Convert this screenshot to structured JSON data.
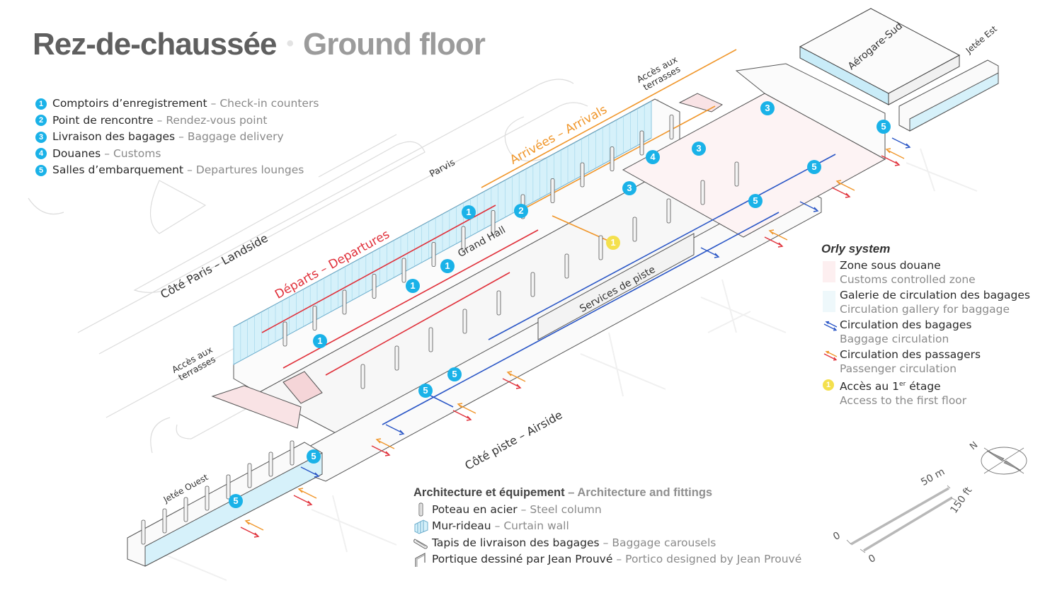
{
  "title": {
    "french": "Rez-de-chaussée",
    "separator": "•",
    "english": "Ground floor"
  },
  "key": [
    {
      "number": "1",
      "french": "Comptoirs d’enregistrement",
      "english": "Check-in counters"
    },
    {
      "number": "2",
      "french": "Point de rencontre",
      "english": "Rendez-vous point"
    },
    {
      "number": "3",
      "french": "Livraison des bagages",
      "english": "Baggage delivery"
    },
    {
      "number": "4",
      "french": "Douanes",
      "english": "Customs"
    },
    {
      "number": "5",
      "french": "Salles d’embarquement",
      "english": "Departures lounges"
    }
  ],
  "dash": "–",
  "system_legend": {
    "heading": "Orly system",
    "items": [
      {
        "id": "customs-zone",
        "line1": "Zone sous douane",
        "line2": "Customs controlled zone",
        "color": "#fdeff0"
      },
      {
        "id": "baggage-gallery",
        "line1": "Galerie de circulation des bagages",
        "line2": "Circulation gallery for baggage",
        "color": "#eef8fb"
      },
      {
        "id": "baggage-circulation",
        "line1": "Circulation des bagages",
        "line2": "Baggage circulation",
        "color": "#2a56c6"
      },
      {
        "id": "passenger-circulation",
        "line1": "Circulation des passagers",
        "line2": "Passenger circulation",
        "colors": [
          "#e0303a",
          "#f0962a"
        ]
      },
      {
        "id": "first-floor-access",
        "marker": "1",
        "line1_before_sup": "Accès au 1",
        "line1_sup": "er",
        "line1_after_sup": " étage",
        "line2": "Access to the first floor",
        "color": "#f4e04d"
      }
    ]
  },
  "architecture_legend": {
    "heading_french": "Architecture et équipement",
    "heading_english": "Architecture and fittings",
    "items": [
      {
        "icon": "steel-column",
        "french": "Poteau en acier",
        "english": "Steel column"
      },
      {
        "icon": "curtain-wall",
        "french": "Mur-rideau",
        "english": "Curtain wall"
      },
      {
        "icon": "baggage-carousel",
        "french": "Tapis de livraison des bagages",
        "english": "Baggage carousels"
      },
      {
        "icon": "portico",
        "french": "Portique dessiné par Jean Prouvé",
        "english": "Portico designed by Jean Prouvé"
      }
    ]
  },
  "map_labels": {
    "landside": "Côté Paris – Landside",
    "airside": "Côté piste – Airside",
    "departures": "Départs – Departures",
    "arrivals": "Arrivées – Arrivals",
    "parvis": "Parvis",
    "grand_hall": "Grand Hall",
    "services_piste": "Services de piste",
    "terraces_access_west": "Accès aux terrasses",
    "terraces_access_east": "Accès aux terrasses",
    "aerogare_sud": "Aérogare-Sud",
    "jetee_est": "Jetée Est",
    "jetee_ouest": "Jetée Ouest"
  },
  "map_markers": [
    {
      "number": "1",
      "type": "check-in"
    },
    {
      "number": "1",
      "type": "check-in"
    },
    {
      "number": "1",
      "type": "check-in"
    },
    {
      "number": "1",
      "type": "check-in"
    },
    {
      "number": "2",
      "type": "rendez-vous"
    },
    {
      "number": "3",
      "type": "baggage-delivery"
    },
    {
      "number": "3",
      "type": "baggage-delivery"
    },
    {
      "number": "3",
      "type": "baggage-delivery"
    },
    {
      "number": "4",
      "type": "customs"
    },
    {
      "number": "5",
      "type": "departures-lounge"
    },
    {
      "number": "5",
      "type": "departures-lounge"
    },
    {
      "number": "5",
      "type": "departures-lounge"
    },
    {
      "number": "5",
      "type": "departures-lounge"
    },
    {
      "number": "5",
      "type": "departures-lounge"
    },
    {
      "number": "5",
      "type": "departures-lounge"
    },
    {
      "number": "5",
      "type": "departures-lounge"
    },
    {
      "number": "5",
      "type": "departures-lounge"
    },
    {
      "number": "1",
      "type": "first-floor-access"
    }
  ],
  "scale_bar": {
    "metric_zero": "0",
    "metric_max": "50 m",
    "imperial_zero": "0",
    "imperial_max": "150 ft"
  },
  "compass": {
    "north_label": "N"
  },
  "colors": {
    "badge_blue": "#1ab2e8",
    "badge_yellow": "#f4e04d",
    "departures_red": "#e0303a",
    "arrivals_orange": "#f0962a",
    "baggage_blue": "#2a56c6",
    "glass": "#bfe8f6",
    "customs_zone": "#fdeff0"
  }
}
